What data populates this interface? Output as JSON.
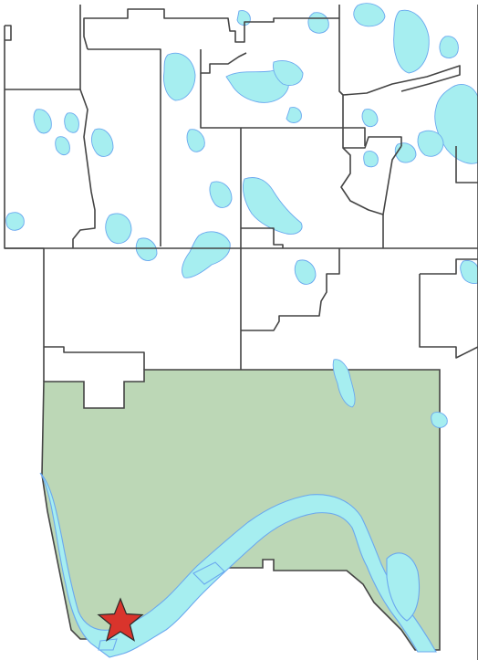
{
  "map": {
    "colors": {
      "background": "#ffffff",
      "highlight_fill": "#bcd7b6",
      "water_fill": "#a6eef0",
      "water_stroke": "#6aa8ef",
      "boundary": "#444444",
      "star_fill": "#d9342c",
      "star_stroke": "#2a2a2a"
    },
    "layers": {
      "highlighted_region": "highlighted-township",
      "river": "river",
      "lakes": "lakes",
      "boundaries": "township-boundaries",
      "marker": "location-star"
    }
  }
}
